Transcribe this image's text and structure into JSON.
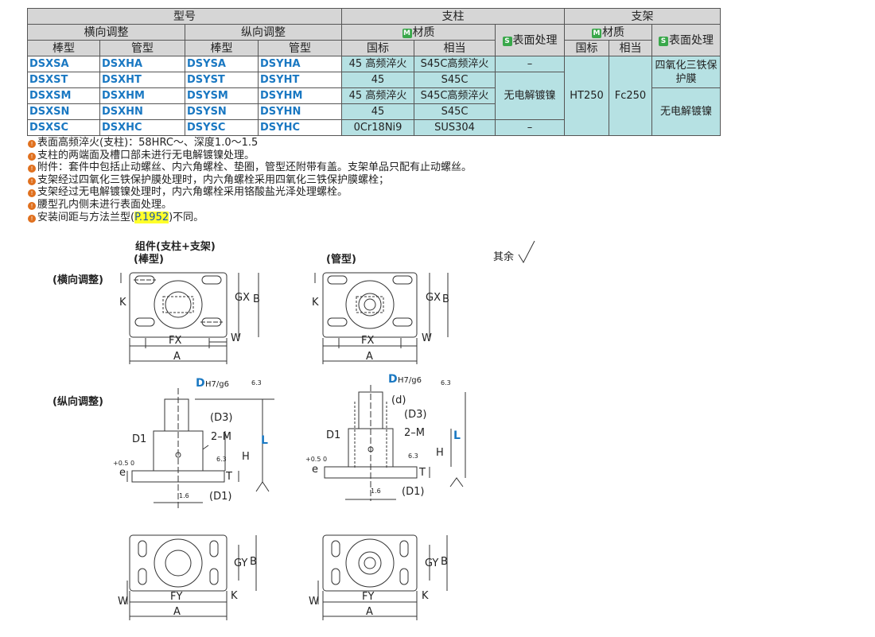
{
  "table": {
    "model_header": "型号",
    "post_header": "支柱",
    "bracket_header": "支架",
    "horizontal_adj": "横向调整",
    "vertical_adj": "纵向调整",
    "material": "材质",
    "surface": "表面处理",
    "badge_m": "M",
    "badge_s": "S",
    "rod": "棒型",
    "tube": "管型",
    "gb": "国标",
    "equiv": "相当",
    "rows": [
      {
        "c1": "DSXSA",
        "c2": "DSXHA",
        "c3": "DSYSA",
        "c4": "DSYHA",
        "gb": "45 高频淬火",
        "eq": "S45C高频淬火"
      },
      {
        "c1": "DSXST",
        "c2": "DSXHT",
        "c3": "DSYST",
        "c4": "DSYHT",
        "gb": "45",
        "eq": "S45C"
      },
      {
        "c1": "DSXSM",
        "c2": "DSXHM",
        "c3": "DSYSM",
        "c4": "DSYHM",
        "gb": "45 高频淬火",
        "eq": "S45C高频淬火"
      },
      {
        "c1": "DSXSN",
        "c2": "DSXHN",
        "c3": "DSYSN",
        "c4": "DSYHN",
        "gb": "45",
        "eq": "S45C"
      },
      {
        "c1": "DSXSC",
        "c2": "DSXHC",
        "c3": "DSYSC",
        "c4": "DSYHC",
        "gb": "0Cr18Ni9",
        "eq": "SUS304"
      }
    ],
    "dash": "–",
    "post_surface": "无电解镀镍",
    "bracket_gb": "HT250",
    "bracket_eq": "Fc250",
    "bracket_s1": "四氧化三铁保护膜",
    "bracket_s2": "无电解镀镍"
  },
  "notes": {
    "n1": "表面高频淬火(支柱)：58HRC～、深度1.0～1.5",
    "n2": "支柱的两端面及槽口部未进行无电解镀镍处理。",
    "n3": "附件：套件中包括止动螺丝、内六角螺栓、垫圈，管型还附带有盖。支架单品只配有止动螺丝。",
    "n4": "支架经过四氧化三铁保护膜处理时，内六角螺栓采用四氧化三铁保护膜螺栓；",
    "n5": "支架经过无电解镀镍处理时，内六角螺栓采用铬酸盐光泽处理螺栓。",
    "n6": "腰型孔内侧未进行表面处理。",
    "n7a": "安装间距与方法兰型(",
    "n7b": "P.1952",
    "n7c": ")不同。"
  },
  "drawing": {
    "assembly": "组件(支柱+支架)",
    "rod": "(棒型)",
    "tube": "(管型)",
    "rest": "其余",
    "horizontal": "(横向调整)",
    "vertical": "(纵向调整)",
    "dims": {
      "A": "A",
      "B": "B",
      "K": "K",
      "W": "W",
      "FX": "FX",
      "FY": "FY",
      "GX": "GX",
      "GY": "GY",
      "D": "D",
      "tol": "H7/g6",
      "d": "(d)",
      "D3": "(D3)",
      "D1": "D1",
      "D1p": "(D1)",
      "M": "2–M",
      "H": "H",
      "L": "L",
      "T": "T",
      "e": "e",
      "e_tol": "+0.5 0",
      "r63": "6.3",
      "r16": "1.6"
    }
  }
}
